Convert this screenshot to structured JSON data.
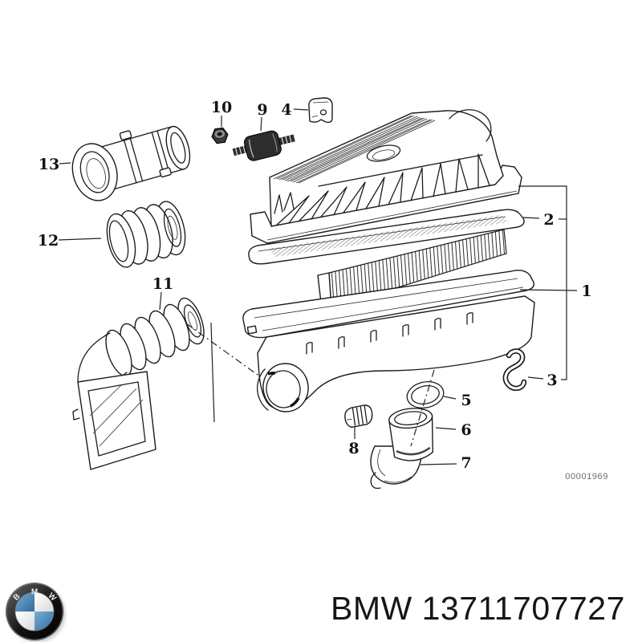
{
  "diagram": {
    "watermark": "00001969",
    "callouts": [
      {
        "n": "1"
      },
      {
        "n": "2"
      },
      {
        "n": "3"
      },
      {
        "n": "4"
      },
      {
        "n": "5"
      },
      {
        "n": "6"
      },
      {
        "n": "7"
      },
      {
        "n": "8"
      },
      {
        "n": "9"
      },
      {
        "n": "10"
      },
      {
        "n": "11"
      },
      {
        "n": "12"
      },
      {
        "n": "13"
      }
    ]
  },
  "footer": {
    "title": "BMW 13711707727",
    "logo_letters": {
      "b": "B",
      "m": "M",
      "w": "W"
    }
  }
}
